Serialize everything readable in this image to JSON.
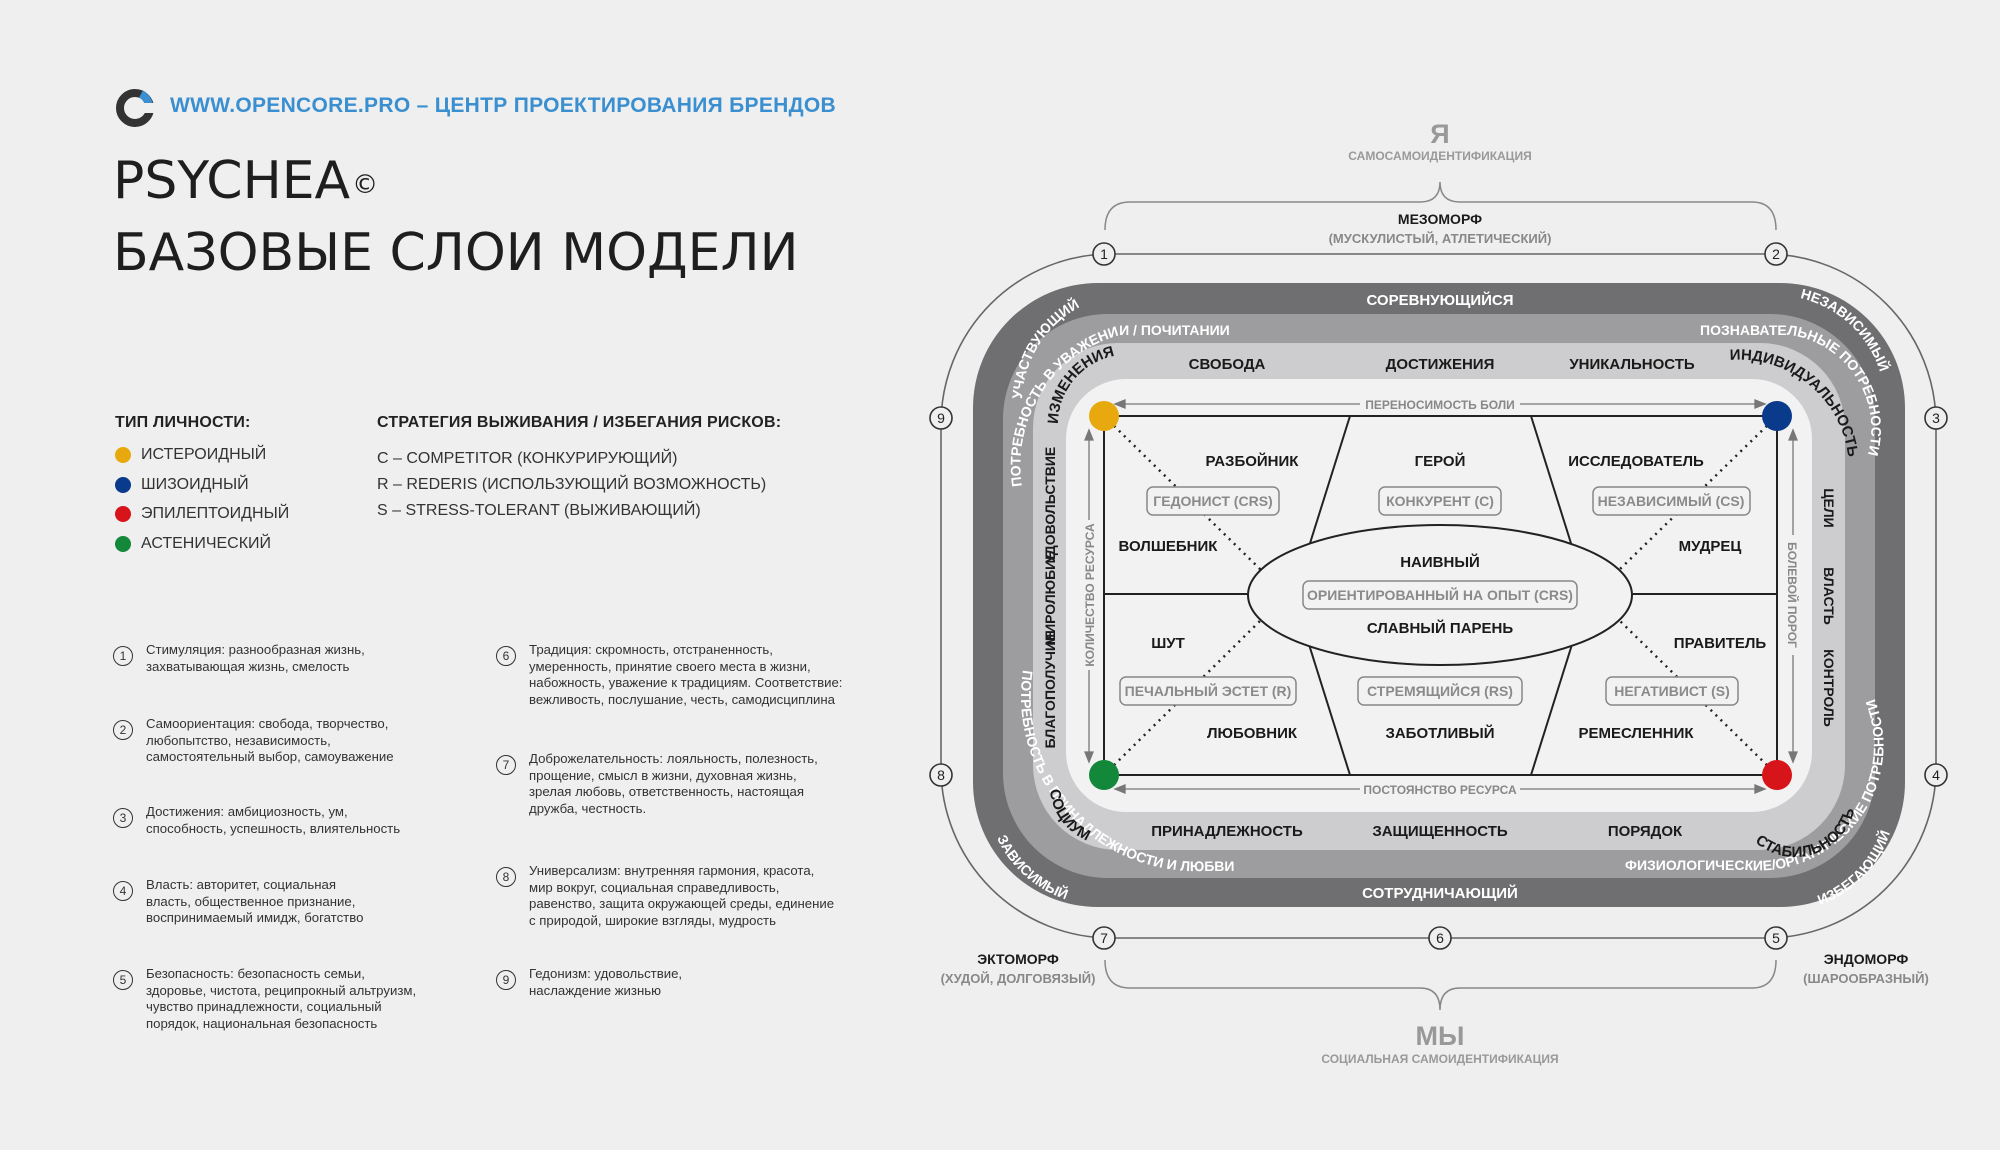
{
  "header": {
    "site": "WWW.OPENCORE.PRO – ЦЕНТР ПРОЕКТИРОВАНИЯ БРЕНДОВ",
    "title_line1": "PSYCHEA",
    "copyright": "©",
    "title_line2": "БАЗОВЫЕ СЛОИ МОДЕЛИ"
  },
  "legend": {
    "personality_heading": "ТИП ЛИЧНОСТИ:",
    "types": [
      {
        "label": "ИСТЕРОИДНЫЙ",
        "color": "#e8a90e"
      },
      {
        "label": "ШИЗОИДНЫЙ",
        "color": "#0a3a8c"
      },
      {
        "label": "ЭПИЛЕПТОИДНЫЙ",
        "color": "#d8141b"
      },
      {
        "label": "АСТЕНИЧЕСКИЙ",
        "color": "#13873a"
      }
    ],
    "strategy_heading": "СТРАТЕГИЯ ВЫЖИВАНИЯ / ИЗБЕГАНИЯ РИСКОВ:",
    "strategies": [
      "C – COMPETITOR (КОНКУРИРУЮЩИЙ)",
      "R – REDERIS (ИСПОЛЬЗУЮЩИЙ ВОЗМОЖНОСТЬ)",
      "S – STRESS-TOLERANT (ВЫЖИВАЮЩИЙ)"
    ]
  },
  "values": [
    {
      "num": "1",
      "text": "Стимуляция: разнообразная жизнь,\nзахватывающая жизнь, смелость"
    },
    {
      "num": "2",
      "text": "Самоориентация: свобода, творчество,\nлюбопытство, независимость,\nсамостоятельный выбор, самоуважение"
    },
    {
      "num": "3",
      "text": "Достижения: амбициозность, ум,\nспособность, успешность, влиятельность"
    },
    {
      "num": "4",
      "text": "Власть: авторитет, социальная\nвласть, общественное признание,\nвоспринимаемый имидж, богатство"
    },
    {
      "num": "5",
      "text": "Безопасность: безопасность семьи,\nздоровье, чистота, реципрокный альтруизм,\nчувство принадлежности, социальный\nпорядок, национальная безопасность"
    },
    {
      "num": "6",
      "text": "Традиция: скромность, отстраненность,\nумеренность, принятие своего места  в жизни,\nнабожность, уважение  к традициям. Соответствие:\nвежливость, послушание, честь, самодисциплина"
    },
    {
      "num": "7",
      "text": "Доброжелательность: лояльность, полезность,\nпрощение, смысл в жизни, духовная жизнь,\nзрелая любовь, ответственность, настоящая\nдружба, честность."
    },
    {
      "num": "8",
      "text": "Универсализм: внутренняя гармония, красота,\nмир вокруг, социальная справедливость,\nравенство, защита окружающей среды, единение\nс природой, широкие взгляды, мудрость"
    },
    {
      "num": "9",
      "text": "Гедонизм: удовольствие,\nнаслаждение жизнью"
    }
  ],
  "diagram": {
    "top": {
      "big": "Я",
      "sub": "САМОСАМОИДЕНТИФИКАЦИЯ",
      "body": "МЕЗОМОРФ",
      "body_sub": "(МУСКУЛИСТЫЙ, АТЛЕТИЧЕСКИЙ)"
    },
    "bottom": {
      "big": "МЫ",
      "sub": "СОЦИАЛЬНАЯ САМОИДЕНТИФИКАЦИЯ"
    },
    "left_body": {
      "name": "ЭКТОМОРФ",
      "sub": "(ХУДОЙ, ДОЛГОВЯЗЫЙ)"
    },
    "right_body": {
      "name": "ЭНДОМОРФ",
      "sub": "(ШАРООБРАЗНЫЙ)"
    },
    "ring_nums": [
      "1",
      "2",
      "3",
      "4",
      "5",
      "6",
      "7",
      "8",
      "9"
    ],
    "outer": {
      "top": "СОРЕВНУЮЩИЙСЯ",
      "bottom": "СОТРУДНИЧАЮЩИЙ",
      "tl": "УЧАСТВУЮЩИЙ",
      "tr": "НЕЗАВИСИМЫЙ",
      "bl": "ЗАВИСИМЫЙ",
      "br": "ИЗБЕГАЮЩИЙ"
    },
    "needs": {
      "tl": "ПОТРЕБНОСТЬ В УВАЖЕНИИ / ПОЧИТАНИИ",
      "tr": "ПОЗНАВАТЕЛЬНЫЕ ПОТРЕБНОСТИ",
      "bl": "ПОТРЕБНОСТЬ В ПРИНАДЛЕЖНОСТИ И ЛЮБВИ",
      "br": "ФИЗИОЛОГИЧЕСКИЕ/ОРГАНИЧЕСКИЕ ПОТРЕБНОСТИ"
    },
    "motives": {
      "top": [
        "СВОБОДА",
        "ДОСТИЖЕНИЯ",
        "УНИКАЛЬНОСТЬ"
      ],
      "bottom": [
        "ПРИНАДЛЕЖНОСТЬ",
        "ЗАЩИЩЕННОСТЬ",
        "ПОРЯДОК"
      ],
      "left": [
        "УДОВОЛЬСТВИЕ",
        "МИРОЛЮБИЕ",
        "БЛАГОПОЛУЧИЕ"
      ],
      "right": [
        "ЦЕЛИ",
        "ВЛАСТЬ",
        "КОНТРОЛЬ"
      ],
      "tl": "ИЗМЕНЕНИЯ",
      "tr": "ИНДИВИДУАЛЬНОСТЬ",
      "bl": "СОЦИУМ",
      "br": "СТАБИЛЬНОСТЬ"
    },
    "axes": {
      "top": "ПЕРЕНОСИМОСТЬ БОЛИ",
      "bottom": "ПОСТОЯНСТВО РЕСУРСА",
      "left": "КОЛИЧЕСТВО РЕСУРСА",
      "right": "БОЛЕВОЙ ПОРОГ"
    },
    "archetypes": [
      "РАЗБОЙНИК",
      "ГЕРОЙ",
      "ИССЛЕДОВАТЕЛЬ",
      "ВОЛШЕБНИК",
      "МУДРЕЦ",
      "НАИВНЫЙ",
      "СЛАВНЫЙ ПАРЕНЬ",
      "ШУТ",
      "ПРАВИТЕЛЬ",
      "ЛЮБОВНИК",
      "ЗАБОТЛИВЫЙ",
      "РЕМЕСЛЕННИК"
    ],
    "strategies": [
      "ГЕДОНИСТ (CRS)",
      "КОНКУРЕНТ (C)",
      "НЕЗАВИСИМЫЙ (CS)",
      "ОРИЕНТИРОВАННЫЙ НА ОПЫТ  (CRS)",
      "ПЕЧАЛЬНЫЙ ЭСТЕТ (R)",
      "СТРЕМЯЩИЙСЯ (RS)",
      "НЕГАТИВИСТ (S)"
    ]
  }
}
